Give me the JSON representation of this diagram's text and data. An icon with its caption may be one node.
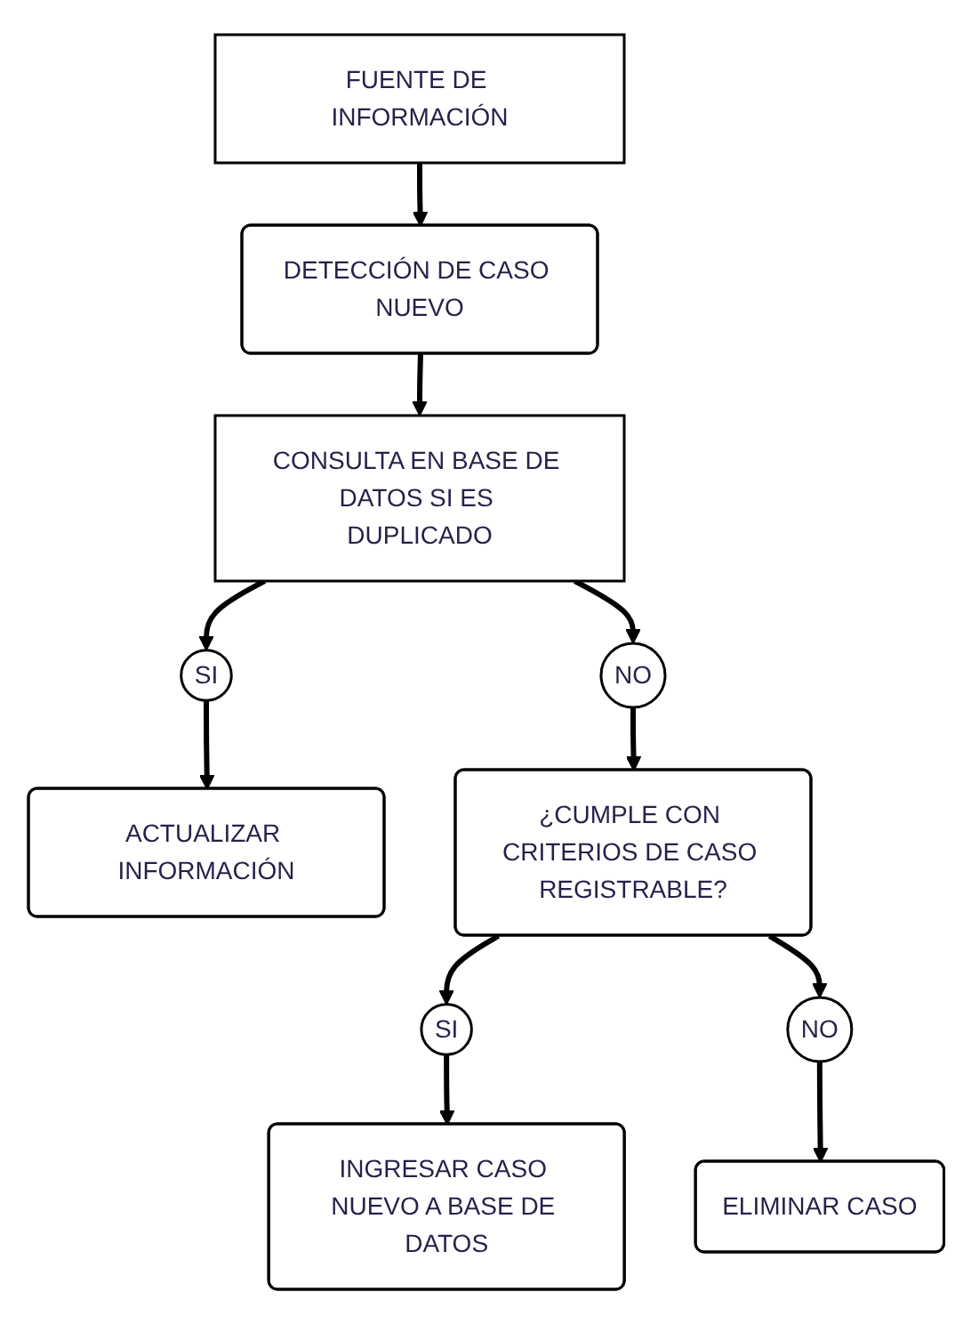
{
  "diagram": {
    "nodes": [
      {
        "text": [
          "FUENTE DE INFORMACIÓN"
        ]
      },
      {
        "text": [
          "DETECCIÓN DE CASO NUEVO"
        ]
      },
      {
        "text": [
          "CONSULTA EN BASE DE DATOS SI ES DUPLICADO"
        ]
      },
      {
        "text": [
          "SI"
        ]
      },
      {
        "text": [
          "NO"
        ]
      },
      {
        "text": [
          "ACTUALIZAR INFORMACIÓN"
        ]
      },
      {
        "text": [
          "¿CUMPLE CON CRITERIOS DE CASO REGISTRABLE?"
        ]
      },
      {
        "text": [
          "SI"
        ]
      },
      {
        "text": [
          "NO"
        ]
      },
      {
        "text": [
          "INGRESAR CASO NUEVO A BASE DE DATOS"
        ]
      },
      {
        "text": [
          "ELIMINAR CASO"
        ]
      }
    ],
    "edges": [
      {
        "from": 0,
        "to": 1,
        "arrow": "to"
      },
      {
        "from": 1,
        "to": 2,
        "arrow": "to"
      },
      {
        "from": 2,
        "to": 3,
        "arrow": "to"
      },
      {
        "from": 2,
        "to": 4,
        "arrow": "to"
      },
      {
        "from": 3,
        "to": 5,
        "arrow": "to"
      },
      {
        "from": 4,
        "to": 6,
        "arrow": "to"
      },
      {
        "from": 6,
        "to": 7,
        "arrow": "to"
      },
      {
        "from": 6,
        "to": 8,
        "arrow": "to"
      },
      {
        "from": 7,
        "to": 9,
        "arrow": "to"
      },
      {
        "from": 8,
        "to": 10,
        "arrow": "to"
      }
    ]
  }
}
